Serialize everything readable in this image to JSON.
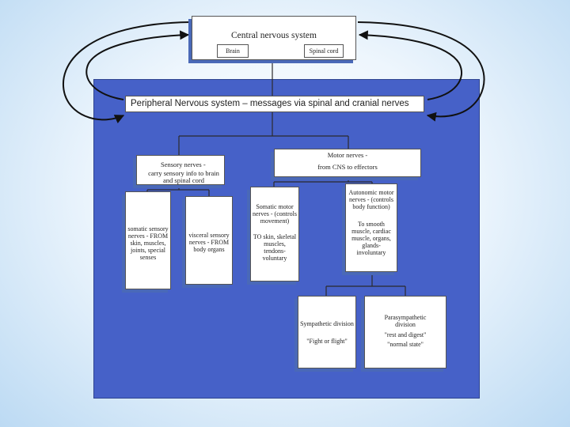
{
  "cns": {
    "title": "Central nervous system",
    "brain": "Brain",
    "spinal_cord": "Spinal cord"
  },
  "pns": {
    "title": "Peripheral Nervous system – messages via spinal and cranial nerves"
  },
  "sensory": {
    "title": "Sensory nerves -",
    "desc": "carry sensory info to brain and spinal cord"
  },
  "motor": {
    "title": "Motor nerves -",
    "desc": "from CNS to effectors"
  },
  "somatic_sensory": {
    "text": "somatic sensory nerves - FROM skin, muscles, joints, special senses"
  },
  "visceral_sensory": {
    "text": "visceral sensory nerves - FROM body organs"
  },
  "somatic_motor": {
    "text1": "Somatic motor nerves - (controls movement)",
    "text2": "TO skin, skeletal muscles, tendons- voluntary"
  },
  "autonomic_motor": {
    "text1": "Autonomic motor nerves - (controls body function)",
    "text2": "To smooth muscle, cardiac muscle, organs, glands- involuntary"
  },
  "sympathetic": {
    "title": "Sympathetic division",
    "note": "\"Fight or flight\""
  },
  "parasympathetic": {
    "title": "Parasympathetic division",
    "note1": "\"rest and digest\"",
    "note2": "\"normal state\""
  },
  "colors": {
    "panel": "#4661c8",
    "shadow": "#4a69b8",
    "line": "#222222"
  }
}
